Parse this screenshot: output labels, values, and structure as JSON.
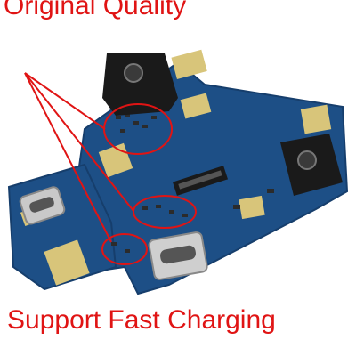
{
  "header": {
    "caption": "Original Quality"
  },
  "footer": {
    "caption": "Support Fast Charging"
  },
  "colors": {
    "caption_red": "#e01414",
    "board_blue": "#1d4f86",
    "board_blue_dark": "#163e6c",
    "gold_pad": "#d8c57a",
    "connector_black": "#1a1a1a",
    "highlight_ring": "#e01414"
  },
  "image": {
    "subject": "charging port flex board",
    "icons": [
      "usb-c-port-icon",
      "headphone-jack-icon",
      "board-connector-icon"
    ]
  }
}
